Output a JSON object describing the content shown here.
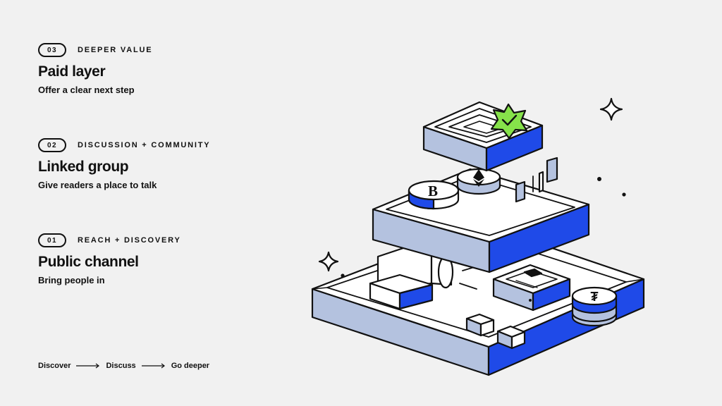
{
  "steps": [
    {
      "badge": "03",
      "eyebrow": "DEEPER VALUE",
      "title": "Paid layer",
      "subtitle": "Offer a clear next step"
    },
    {
      "badge": "02",
      "eyebrow": "DISCUSSION + COMMUNITY",
      "title": "Linked group",
      "subtitle": "Give readers a place to talk"
    },
    {
      "badge": "01",
      "eyebrow": "REACH + DISCOVERY",
      "title": "Public channel",
      "subtitle": "Bring people in"
    }
  ],
  "flow": [
    "Discover",
    "Discuss",
    "Go deeper"
  ],
  "illustration": {
    "coin_symbols": {
      "bitcoin": "B",
      "ether": "◆",
      "tether": "₮"
    },
    "icons": [
      "checkmark-star-badge",
      "sparkle-icon",
      "bitcoin-coin",
      "ether-coin",
      "tether-coin"
    ]
  },
  "colors": {
    "background": "#f1f1f1",
    "blue": "#1f4ae8",
    "lavender": "#b4c2df",
    "ink": "#111111",
    "green": "#86e24a"
  }
}
